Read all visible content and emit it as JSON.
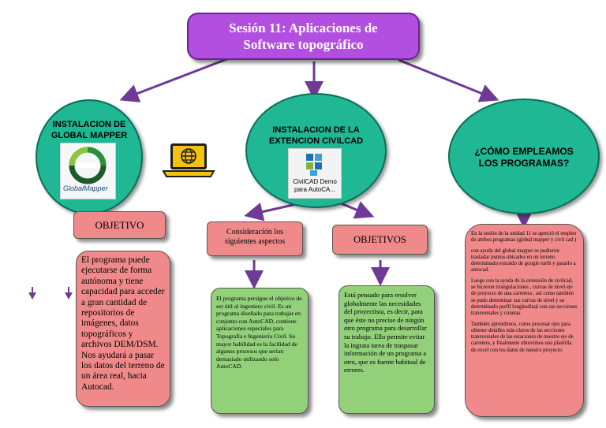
{
  "title": {
    "line1": "Sesión 11: Aplicaciones de",
    "line2": "Software topográfico"
  },
  "branch_left": {
    "oval_line1": "INSTALACION DE",
    "oval_line2": "GLOBAL MAPPER",
    "logo_text_1": "Global",
    "logo_text_2": "Mapper",
    "objetivo_label": "OBJETIVO",
    "body": "El programa puede ejecutarse de forma autónoma y tiene capacidad para acceder a gran cantidad de repositorios de imágenes, datos topográficos y archivos DEM/DSM. Nos ayudará a pasar los datos del terreno de un área real, hacia Autocad."
  },
  "branch_center": {
    "oval_line1": "INSTALACION DE LA",
    "oval_line2": "EXTENCION CIVILCAD",
    "logo_text_1": "CivilCAD Demo",
    "logo_text_2": "para AutoCA...",
    "consideracion_line1": "Consideración los",
    "consideracion_line2": "siguientes aspectos",
    "consideracion_body": "El programa persigue el objetivo de ser útil al ingeniero civil. Es un programa diseñado para trabajar en conjunto con AutoCAD, contiene aplicaciones especiales para Topografía e Ingeniería Civil. Su mayor habilidad es la facilidad de algunos procesos que serían demasiado utilizando solo AutoCAD.",
    "objetivos_label": "OBJETIVOS",
    "objetivos_body": "Está pensado para resolver globalmente las necesidades del proyectista, es decir, para que éste no precise de ningún otro programa para desarrollar su trabajo. Ello permite evitar la ingrata tarea de traspasar información de un programa a otro, que es fuente habitual de errores."
  },
  "branch_right": {
    "oval_line1": "¿CÓMO EMPLEAMOS",
    "oval_line2": "LOS PROGRAMAS?",
    "paragraphs": [
      "En la sesión de la unidad 11 se apreció el empleo de ambos programas (global mapper y civil cad )",
      "con ayuda del global mapper se pudieron trasladar puntos ubicados en un terreno determinado extraído de google earth y pasarlo a autocad.",
      "Luego con la ayuda de la extensión de civilcad, se hicieron triangulaciones , curvas de nivel eje de proyecto de una carretera , así como también se pudo determinar sus curvas de nivel y su determinado perfil longitudinal con sus secciones transversales y cunetas.",
      "También aprendimos, como procesar ejes para obtener detalles más claros de las secciones transversales de las estaciones de nuestro eje de carretera, y finalmente obtuvimos una plantilla de excel con los datos de nuestro proyecto."
    ]
  },
  "colors": {
    "title_fill": "#b24fe0",
    "oval_fill": "#1fb794",
    "pink_fill": "#f08a8a",
    "green_fill": "#92d07a",
    "arrow": "#6e3a96",
    "laptop": "#f5c211"
  },
  "icons": [
    "global-mapper-logo",
    "civilcad-logo",
    "laptop-globe-icon",
    "down-arrow-icon"
  ]
}
